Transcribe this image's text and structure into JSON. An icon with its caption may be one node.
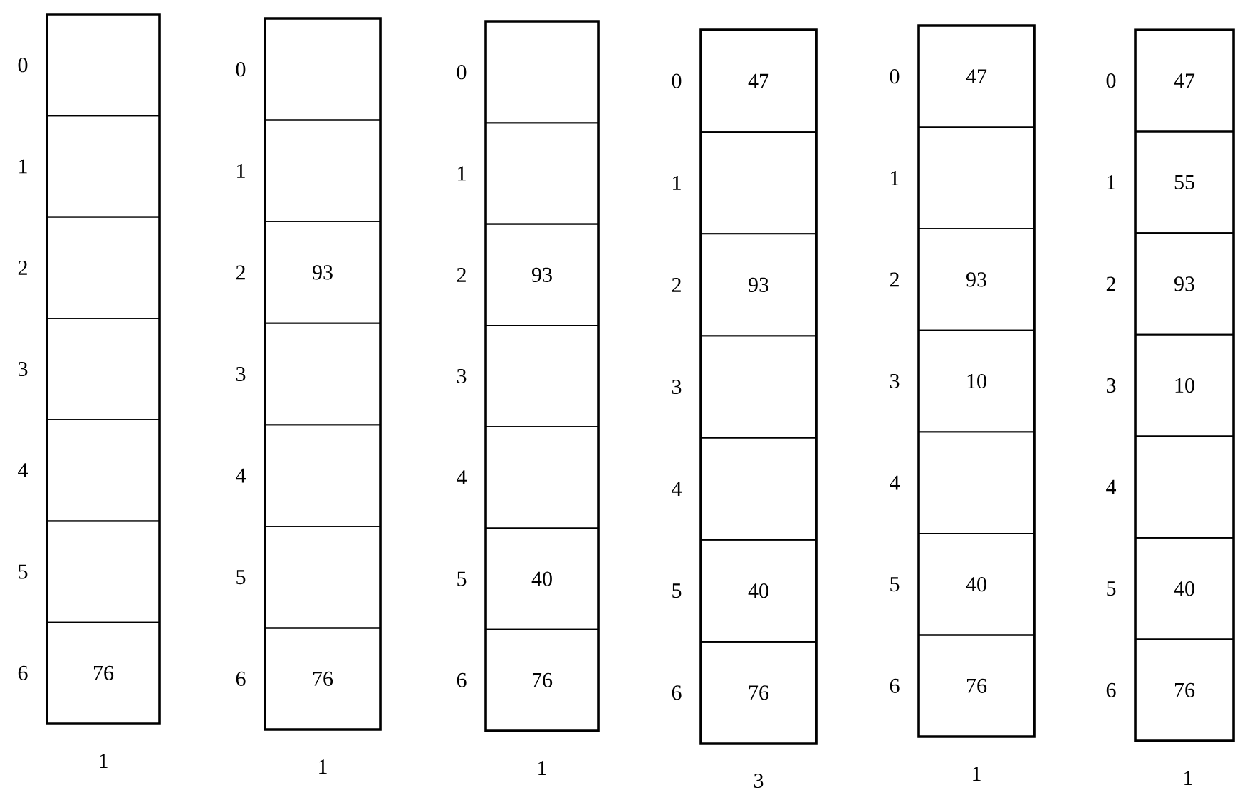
{
  "diagram": {
    "nodes": [
      {
        "text": [],
        "shape": "box"
      },
      {
        "text": [],
        "shape": "box"
      },
      {
        "text": [],
        "shape": "box"
      },
      {
        "text": [],
        "shape": "box"
      },
      {
        "text": [],
        "shape": "box"
      },
      {
        "text": [],
        "shape": "box"
      },
      {
        "text": [
          "76"
        ]
      },
      {
        "text": [],
        "shape": "box"
      },
      {
        "text": [],
        "shape": "box"
      },
      {
        "text": [
          "93"
        ]
      },
      {
        "text": [],
        "shape": "box"
      },
      {
        "text": [],
        "shape": "box"
      },
      {
        "text": [],
        "shape": "box"
      },
      {
        "text": [
          "76"
        ]
      },
      {
        "text": [],
        "shape": "box"
      },
      {
        "text": [],
        "shape": "box"
      },
      {
        "text": [
          "93"
        ]
      },
      {
        "text": [],
        "shape": "box"
      },
      {
        "text": [],
        "shape": "box"
      },
      {
        "text": [
          "40"
        ]
      },
      {
        "text": [
          "76"
        ]
      },
      {
        "text": [
          "47"
        ]
      },
      {
        "text": [],
        "shape": "box"
      },
      {
        "text": [
          "93"
        ]
      },
      {
        "text": [],
        "shape": "box"
      },
      {
        "text": [],
        "shape": "box"
      },
      {
        "text": [
          "40"
        ]
      },
      {
        "text": [
          "76"
        ]
      },
      {
        "text": [
          "47"
        ]
      },
      {
        "text": [],
        "shape": "box"
      },
      {
        "text": [
          "93"
        ]
      },
      {
        "text": [
          "10"
        ]
      },
      {
        "text": [],
        "shape": "box"
      },
      {
        "text": [
          "40"
        ]
      },
      {
        "text": [
          "76"
        ]
      },
      {
        "text": [
          "47"
        ]
      },
      {
        "text": [
          "55"
        ]
      },
      {
        "text": [
          "93"
        ]
      },
      {
        "text": [
          "10"
        ]
      },
      {
        "text": [],
        "shape": "box"
      },
      {
        "text": [
          "40"
        ]
      },
      {
        "text": [
          "76"
        ]
      }
    ],
    "labels": [
      "0",
      "1",
      "2",
      "3",
      "4",
      "5",
      "6",
      "1",
      "0",
      "1",
      "2",
      "3",
      "4",
      "5",
      "6",
      "1",
      "0",
      "1",
      "2",
      "3",
      "4",
      "5",
      "6",
      "1",
      "0",
      "1",
      "2",
      "3",
      "4",
      "5",
      "6",
      "3",
      "0",
      "1",
      "2",
      "3",
      "4",
      "5",
      "6",
      "1",
      "0",
      "1",
      "2",
      "3",
      "4",
      "5",
      "6",
      "1"
    ]
  }
}
